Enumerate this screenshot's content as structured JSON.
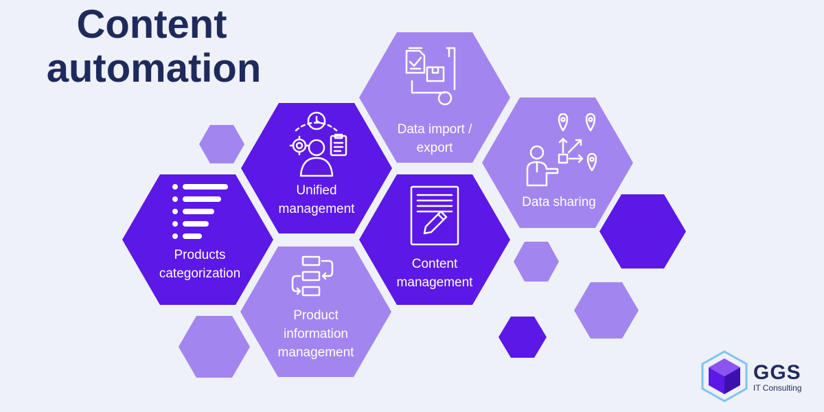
{
  "title": {
    "line1": "Content",
    "line2": "automation"
  },
  "colors": {
    "dark_purple": "#5b18e6",
    "light_purple": "#a385ef",
    "navy_text": "#1f2a5c",
    "background": "#eef1f7"
  },
  "hexagons": [
    {
      "id": "unified",
      "label_lines": [
        "Unified",
        "management"
      ],
      "icon": "person-clock-gear-clipboard-icon",
      "color": "dark"
    },
    {
      "id": "import",
      "label_lines": [
        "Data import /",
        "export"
      ],
      "icon": "documents-hand-truck-icon",
      "color": "light"
    },
    {
      "id": "sharing",
      "label_lines": [
        "Data sharing"
      ],
      "icon": "presenter-location-pins-icon",
      "color": "light"
    },
    {
      "id": "categorization",
      "label_lines": [
        "Products",
        "categorization"
      ],
      "icon": "bullet-list-icon",
      "color": "dark"
    },
    {
      "id": "content",
      "label_lines": [
        "Content",
        "management"
      ],
      "icon": "document-pencil-icon",
      "color": "dark"
    },
    {
      "id": "pim",
      "label_lines": [
        "Product",
        "information",
        "management"
      ],
      "icon": "flow-boxes-icon",
      "color": "light"
    }
  ],
  "logo": {
    "name": "GGS",
    "tagline": "IT Consulting",
    "icon": "cube-hexagon-icon"
  }
}
